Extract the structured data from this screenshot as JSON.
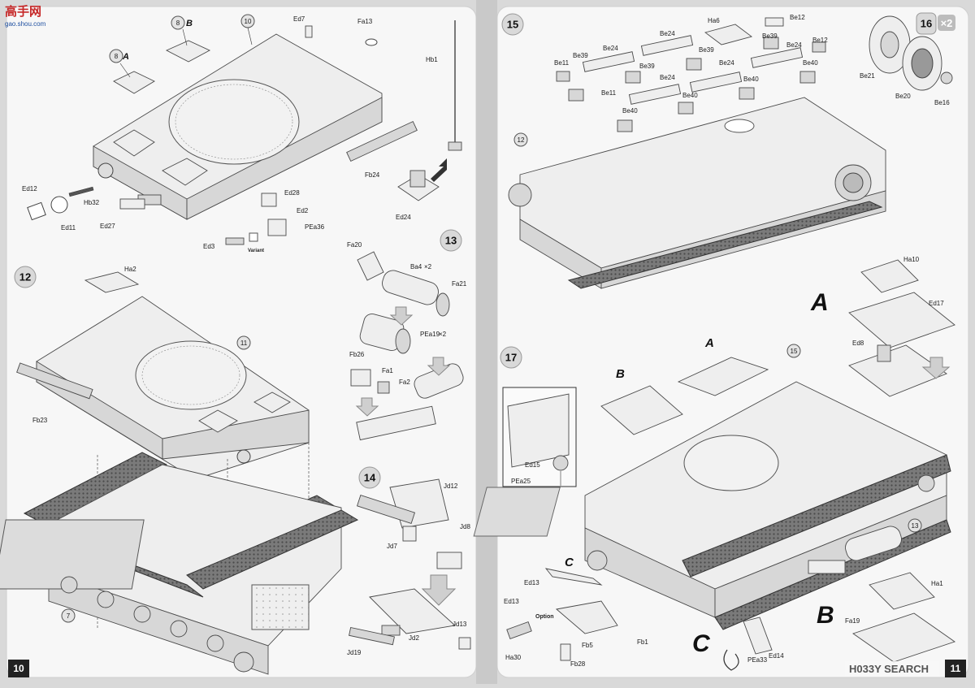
{
  "watermark_left": {
    "top": "高手网",
    "bottom": "gao.shou.com"
  },
  "watermark_right": "H033Y SEARCH",
  "pages": {
    "left_number": "10",
    "right_number": "11"
  },
  "steps": {
    "s12": "12",
    "s13": "13",
    "s14": "14",
    "s15": "15",
    "s16": "16",
    "s16_mult": "×2",
    "s17": "17"
  },
  "callouts": {
    "ten": "10",
    "eleven": "11",
    "fifteen": "15",
    "thirteen": "13",
    "seven": "7",
    "twelve": "12",
    "eight_a_num": "8",
    "eight_a_letter": "A",
    "eight_b_num": "8",
    "eight_b_letter": "B"
  },
  "variants": {
    "A": "A",
    "B": "B",
    "C": "C",
    "A_small": "A",
    "B_small": "B",
    "C_small": "C"
  },
  "notes": {
    "variant": "Variant",
    "option": "Option"
  },
  "parts_left_top": [
    "Ed7",
    "Fa13",
    "Hb1",
    "Ed12",
    "Ed11",
    "Hb32",
    "Ed27",
    "Ed28",
    "Ed2",
    "Ed3",
    "PEa36",
    "Fb24",
    "Ed24"
  ],
  "parts_step12": [
    "Ha2",
    "Fb23"
  ],
  "parts_step13": [
    "Fa20",
    "Ba4",
    "×2",
    "Fa21",
    "PEa19",
    "×2",
    "Fb26",
    "Fa1",
    "Fa2"
  ],
  "parts_step14": [
    "Jd12",
    "Jd7",
    "Jd8",
    "Jd13",
    "Jd2",
    "Jd19"
  ],
  "parts_step15": [
    "Be11",
    "Be39",
    "Be24",
    "Be24",
    "Ha6",
    "Be12",
    "Be39",
    "Be12",
    "Be24",
    "Be11",
    "Be40",
    "Be39",
    "Be24",
    "Be40",
    "Be39",
    "Be24",
    "Be40",
    "Be40",
    "Be21",
    "Be20",
    "Be16"
  ],
  "parts_step17": [
    "Ha10",
    "Ed17",
    "Ed8",
    "Ed15",
    "PEa25",
    "Ed13",
    "Ed13",
    "Fb1",
    "Fb5",
    "Fb28",
    "Ha30",
    "Ed14",
    "PEa33",
    "Ha1",
    "Fa19"
  ]
}
